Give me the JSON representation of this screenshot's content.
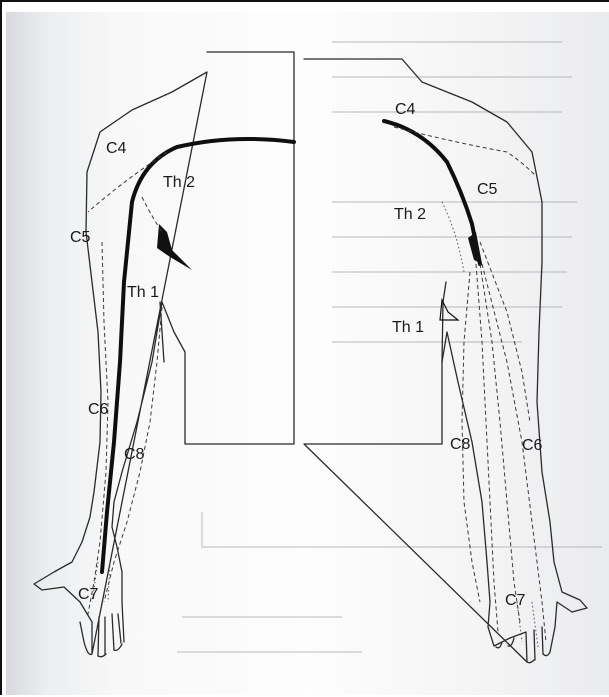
{
  "labels": {
    "left": {
      "c4": "C4",
      "th2": "Th 2",
      "c5": "C5",
      "th1": "Th 1",
      "c6": "C6",
      "c8": "C8",
      "c7": "C7"
    },
    "right": {
      "c4": "C4",
      "c5": "C5",
      "th2": "Th 2",
      "th1": "Th 1",
      "c8": "C8",
      "c6": "C6",
      "c7": "C7"
    }
  }
}
